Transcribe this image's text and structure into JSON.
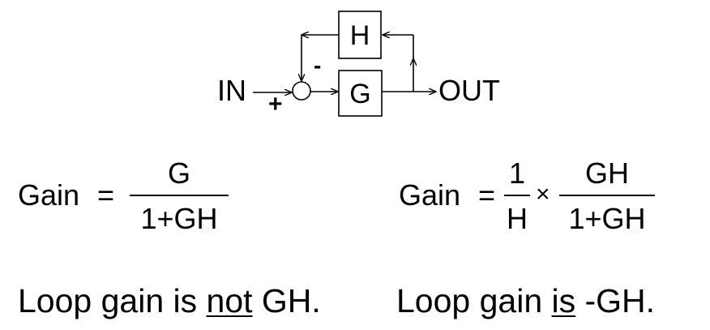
{
  "diagram": {
    "input_label": "IN",
    "output_label": "OUT",
    "plus_sign": "+",
    "minus_sign": "-",
    "forward_block": "G",
    "feedback_block": "H"
  },
  "equation_left": {
    "lhs": "Gain",
    "equals": "=",
    "numerator": "G",
    "denominator": "1+GH"
  },
  "equation_right": {
    "lhs": "Gain",
    "equals": "=",
    "frac1_numerator": "1",
    "frac1_denominator": "H",
    "times": "×",
    "frac2_numerator": "GH",
    "frac2_denominator": "1+GH"
  },
  "note_left": {
    "prefix": "Loop gain is ",
    "emphasis": "not",
    "suffix": " GH."
  },
  "note_right": {
    "prefix": "Loop gain ",
    "emphasis": "is",
    "suffix": " -GH."
  }
}
